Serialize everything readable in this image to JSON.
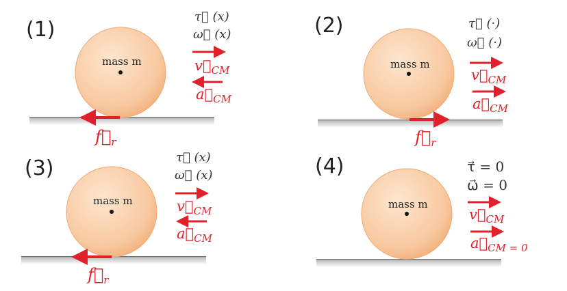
{
  "panels": [
    {
      "number": "(1)",
      "tau": "τ⃗  (x)",
      "omega": "ω⃗  (x)",
      "mass_label": "mass m",
      "v": "v⃗",
      "v_sub": "CM",
      "a": "a⃗",
      "a_sub": "CM",
      "f": "f⃗",
      "f_sub": "r"
    },
    {
      "number": "(2)",
      "tau": "τ⃗  (·)",
      "omega": "ω⃗  (·)",
      "mass_label": "mass m",
      "v": "v⃗",
      "v_sub": "CM",
      "a": "a⃗",
      "a_sub": "CM",
      "f": "f⃗",
      "f_sub": "r"
    },
    {
      "number": "(3)",
      "tau": "τ⃗  (x)",
      "omega": "ω⃗  (x)",
      "mass_label": "mass m",
      "v": "v⃗",
      "v_sub": "CM",
      "a": "a⃗",
      "a_sub": "CM",
      "f": "f⃗",
      "f_sub": "r"
    },
    {
      "number": "(4)",
      "tau": "τ⃗ = 0",
      "omega": "ω⃗ = 0",
      "mass_label": "mass m",
      "v": "v⃗",
      "v_sub": "CM",
      "a": "a⃗",
      "a_sub": "CM = 0"
    }
  ],
  "colors": {
    "arrow": "#e0202a",
    "ball_light": "#fde6cf",
    "ball_dark": "#f4b98a",
    "ground": "#c8c8c8"
  }
}
